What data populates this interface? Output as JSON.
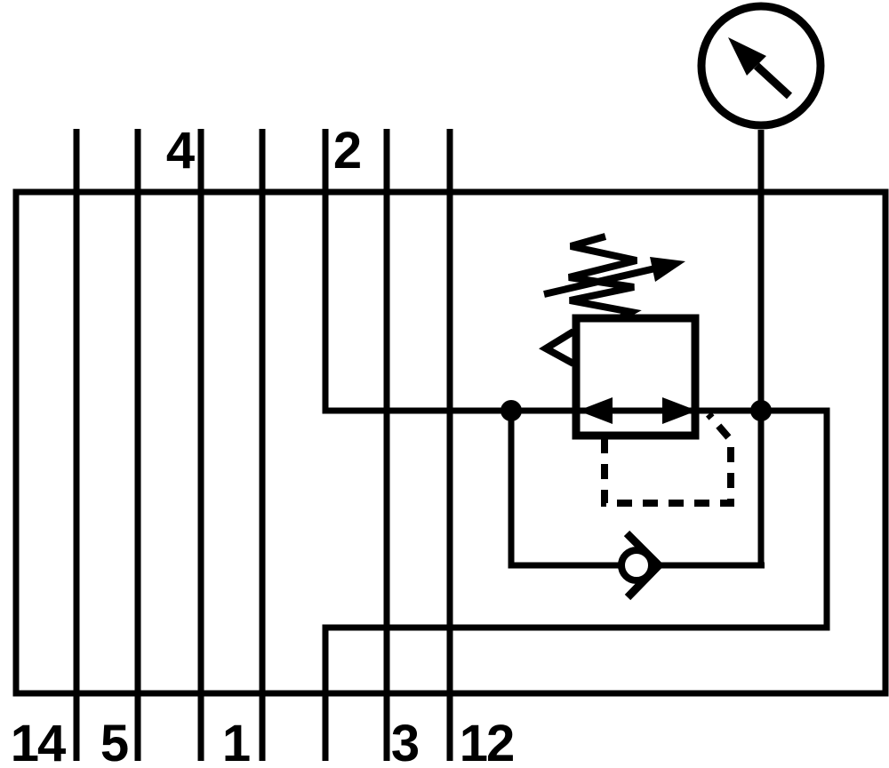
{
  "diagram": {
    "kind": "pneumatic-circuit-schematic",
    "colors": {
      "line": "#000000",
      "background": "#ffffff"
    },
    "components": [
      {
        "name": "manifold-plate-outline"
      },
      {
        "name": "pressure-gauge"
      },
      {
        "name": "pressure-regulator"
      },
      {
        "name": "adjustment-spring-arrow"
      },
      {
        "name": "relief-vent-arrow"
      },
      {
        "name": "pilot-line-dashed"
      },
      {
        "name": "check-valve"
      },
      {
        "name": "junction-dots"
      }
    ]
  },
  "ports": {
    "top": [
      {
        "id": "4",
        "label": "4"
      },
      {
        "id": "2",
        "label": "2"
      }
    ],
    "bottom": [
      {
        "id": "14",
        "label": "14"
      },
      {
        "id": "5",
        "label": "5"
      },
      {
        "id": "1",
        "label": "1"
      },
      {
        "id": "3",
        "label": "3"
      },
      {
        "id": "12",
        "label": "12"
      }
    ]
  }
}
